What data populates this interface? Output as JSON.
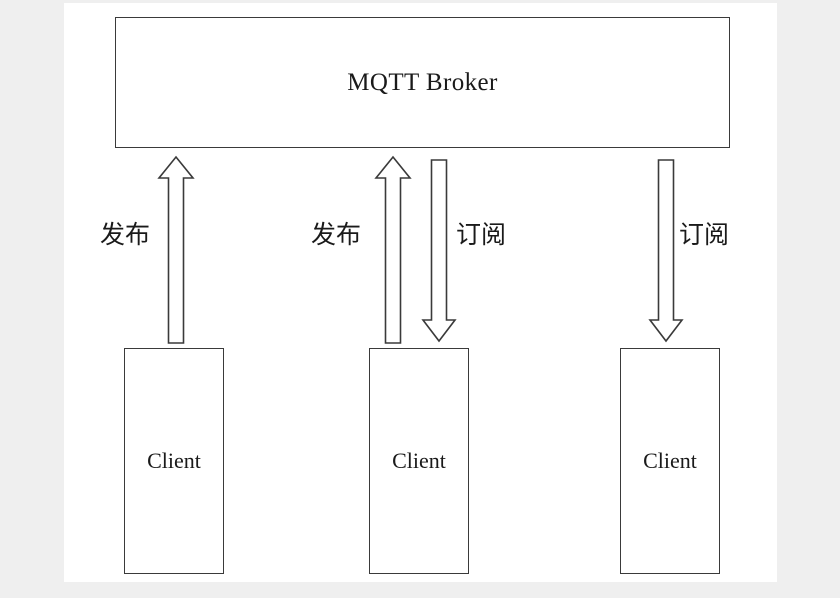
{
  "diagram": {
    "title_text": "MQTT Broker",
    "background_color": "#efefef",
    "sheet_color": "#ffffff",
    "stroke_color": "#3a3a3a",
    "broker": {
      "label": "MQTT Broker"
    },
    "clients": [
      {
        "label": "Client",
        "role": "publisher"
      },
      {
        "label": "Client",
        "role": "publisher-subscriber"
      },
      {
        "label": "Client",
        "role": "subscriber"
      }
    ],
    "edges": [
      {
        "label": "发布",
        "direction": "up",
        "meaning": "publish"
      },
      {
        "label": "发布",
        "direction": "up",
        "meaning": "publish"
      },
      {
        "label": "订阅",
        "direction": "down",
        "meaning": "subscribe"
      },
      {
        "label": "订阅",
        "direction": "down",
        "meaning": "subscribe"
      }
    ]
  }
}
